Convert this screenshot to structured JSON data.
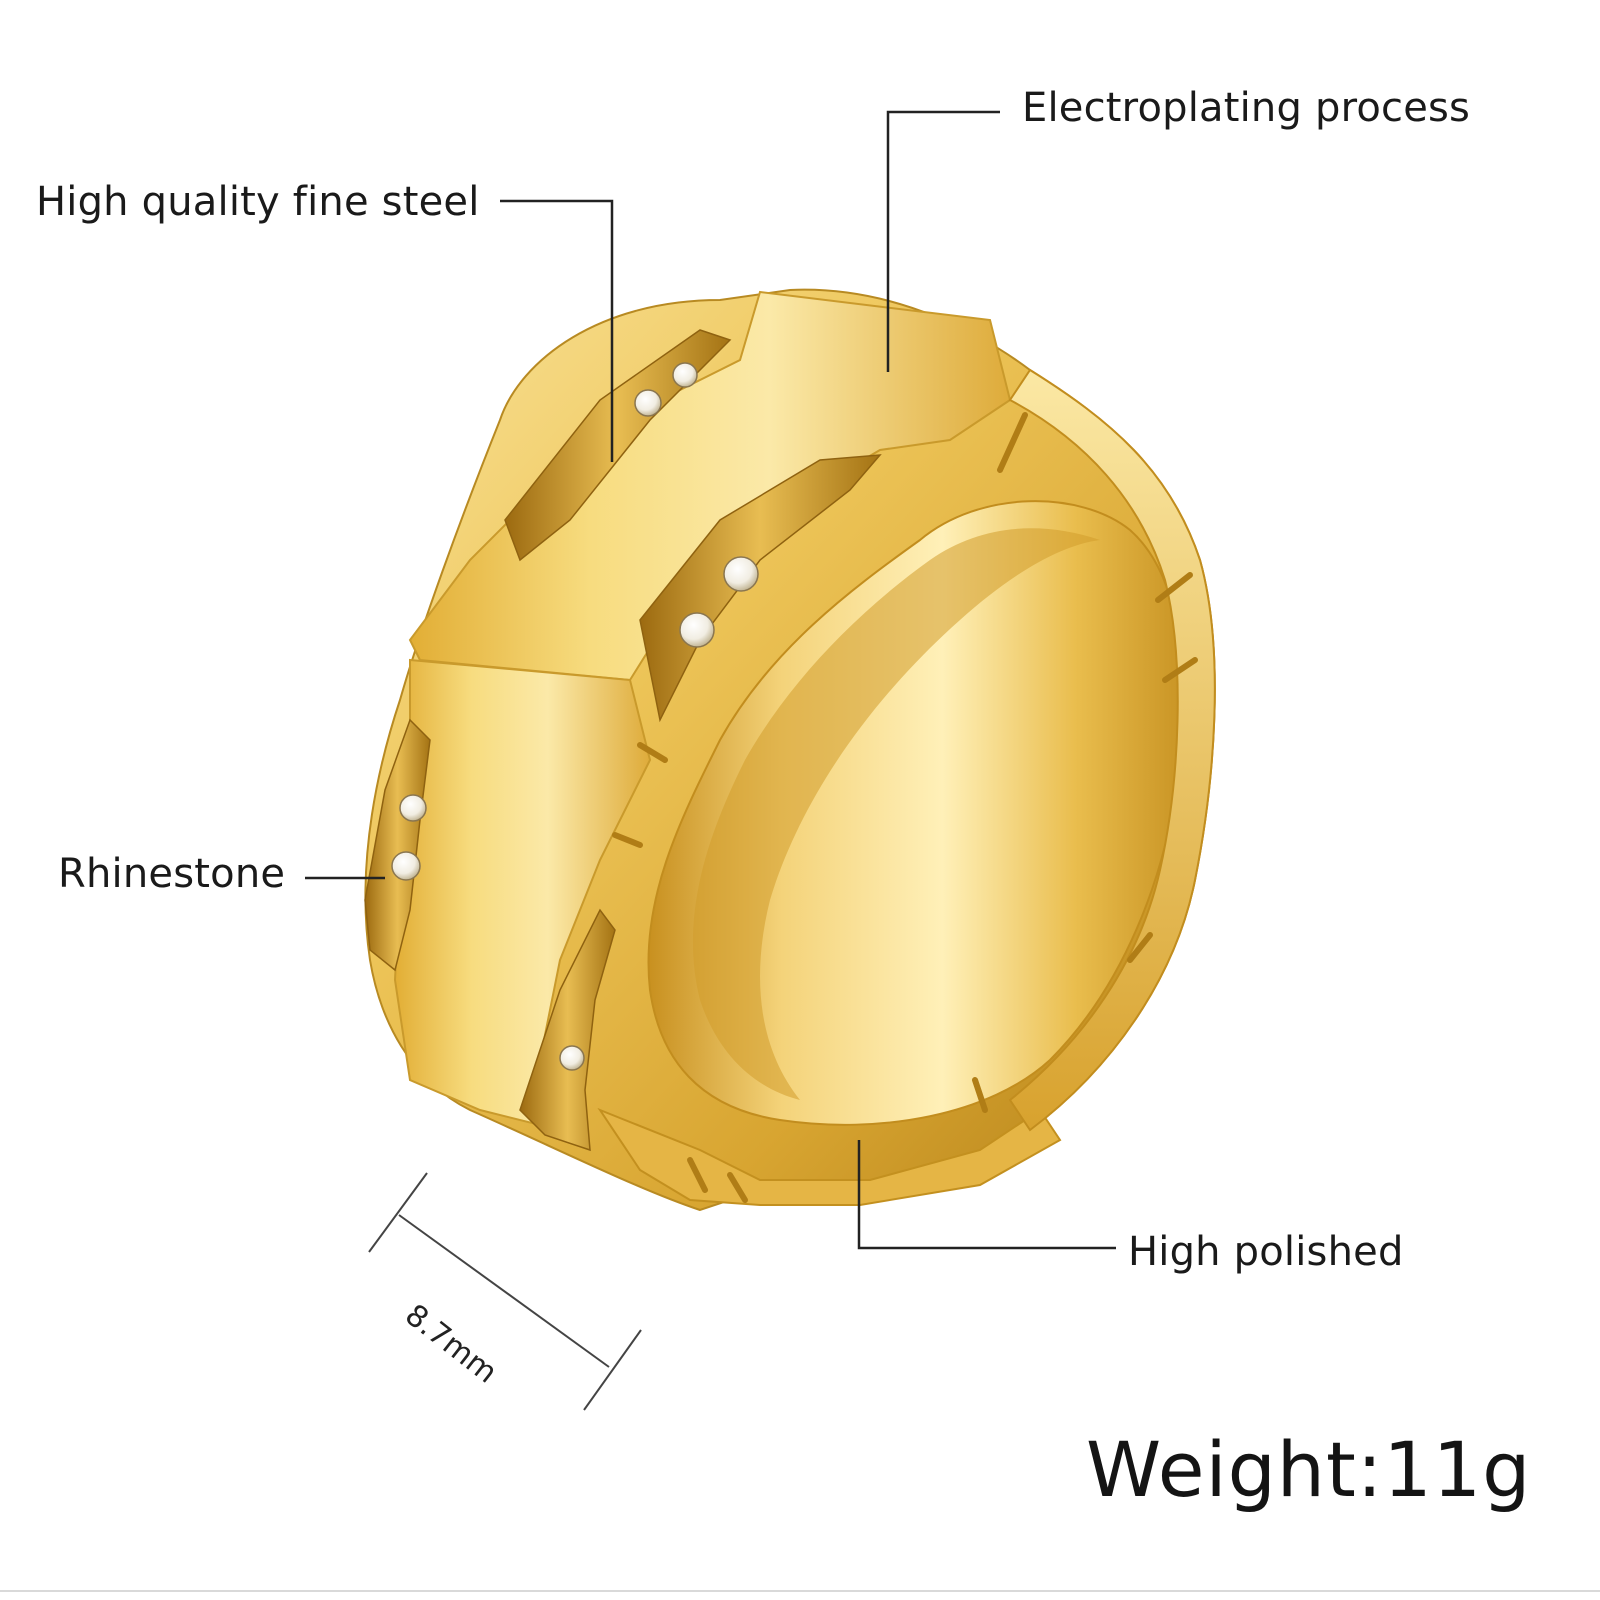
{
  "callouts": {
    "steel": "High quality fine steel",
    "electroplating": "Electroplating process",
    "rhinestone": "Rhinestone",
    "polished": "High polished"
  },
  "dimension": "8.7mm",
  "weight": "Weight:11g",
  "colors": {
    "gold_light": "#f6dc7a",
    "gold_mid": "#e6b739",
    "gold_dark": "#b9861a",
    "line": "#222222"
  }
}
